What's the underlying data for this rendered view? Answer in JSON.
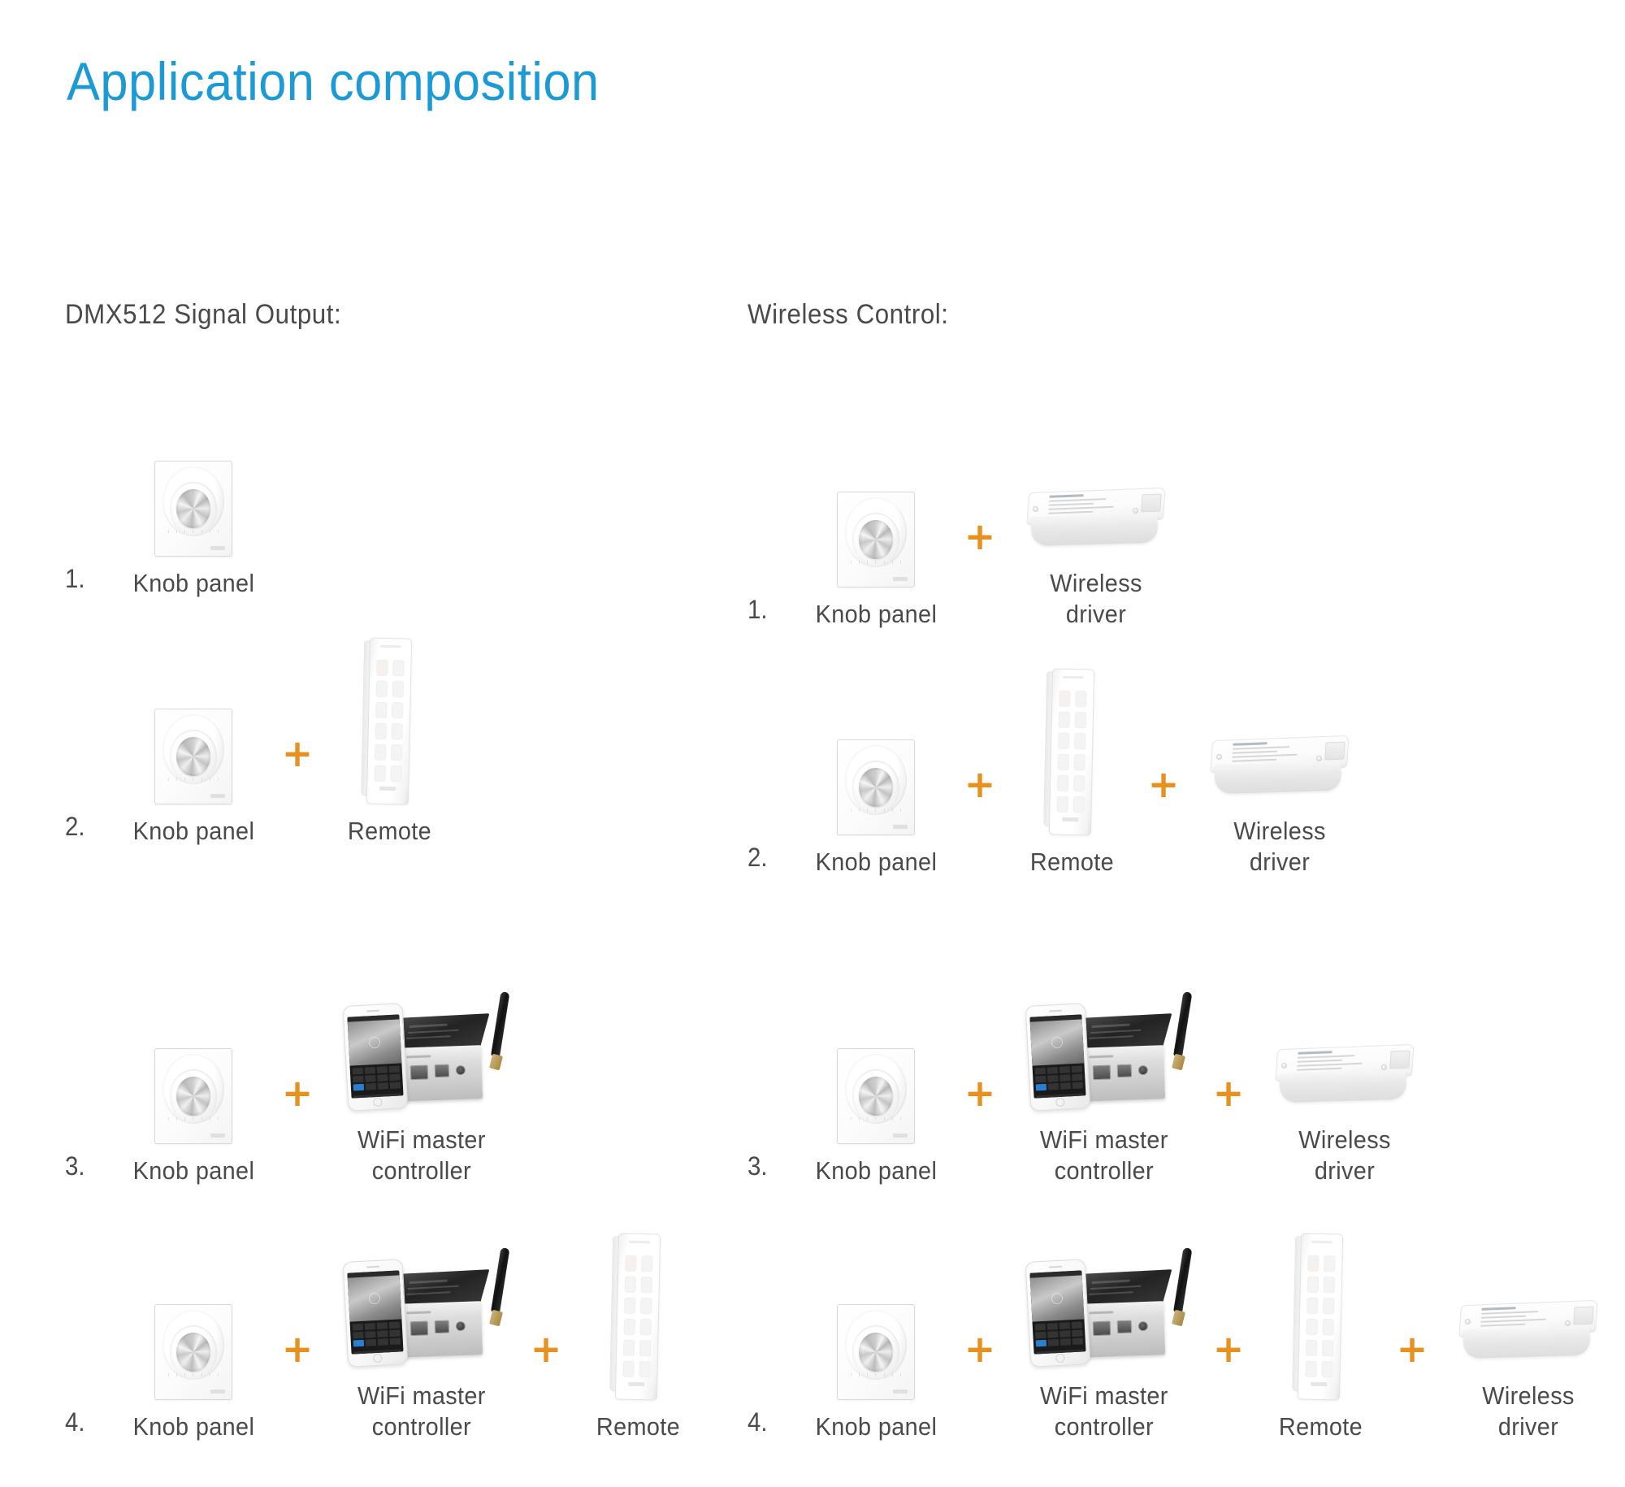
{
  "page": {
    "title": "Application composition",
    "title_color": "#1B9AD6",
    "plus_color": "#E8911F",
    "text_color": "#4a4a4a",
    "background": "#ffffff"
  },
  "plus_symbol": "+",
  "columns": [
    {
      "id": "dmx512",
      "header": "DMX512 Signal Output:",
      "rows": [
        {
          "number": "1.",
          "items": [
            {
              "art": "knob-panel",
              "label": "Knob panel"
            }
          ]
        },
        {
          "number": "2.",
          "items": [
            {
              "art": "knob-panel",
              "label": "Knob panel"
            },
            {
              "art": "remote",
              "label": "Remote"
            }
          ]
        },
        {
          "number": "3.",
          "items": [
            {
              "art": "knob-panel",
              "label": "Knob panel"
            },
            {
              "art": "wifi-controller",
              "label": "WiFi master\ncontroller"
            }
          ]
        },
        {
          "number": "4.",
          "items": [
            {
              "art": "knob-panel",
              "label": "Knob panel"
            },
            {
              "art": "wifi-controller",
              "label": "WiFi master\ncontroller"
            },
            {
              "art": "remote",
              "label": "Remote"
            }
          ]
        }
      ]
    },
    {
      "id": "wireless",
      "header": "Wireless Control:",
      "rows": [
        {
          "number": "1.",
          "items": [
            {
              "art": "knob-panel",
              "label": "Knob panel"
            },
            {
              "art": "wireless-driver",
              "label": "Wireless\ndriver"
            }
          ]
        },
        {
          "number": "2.",
          "items": [
            {
              "art": "knob-panel",
              "label": "Knob panel"
            },
            {
              "art": "remote",
              "label": "Remote"
            },
            {
              "art": "wireless-driver",
              "label": "Wireless\ndriver"
            }
          ]
        },
        {
          "number": "3.",
          "items": [
            {
              "art": "knob-panel",
              "label": "Knob panel"
            },
            {
              "art": "wifi-controller",
              "label": "WiFi master\ncontroller"
            },
            {
              "art": "wireless-driver",
              "label": "Wireless\ndriver"
            }
          ]
        },
        {
          "number": "4.",
          "items": [
            {
              "art": "knob-panel",
              "label": "Knob panel"
            },
            {
              "art": "wifi-controller",
              "label": "WiFi master\ncontroller"
            },
            {
              "art": "remote",
              "label": "Remote"
            },
            {
              "art": "wireless-driver",
              "label": "Wireless\ndriver"
            }
          ]
        }
      ]
    }
  ]
}
